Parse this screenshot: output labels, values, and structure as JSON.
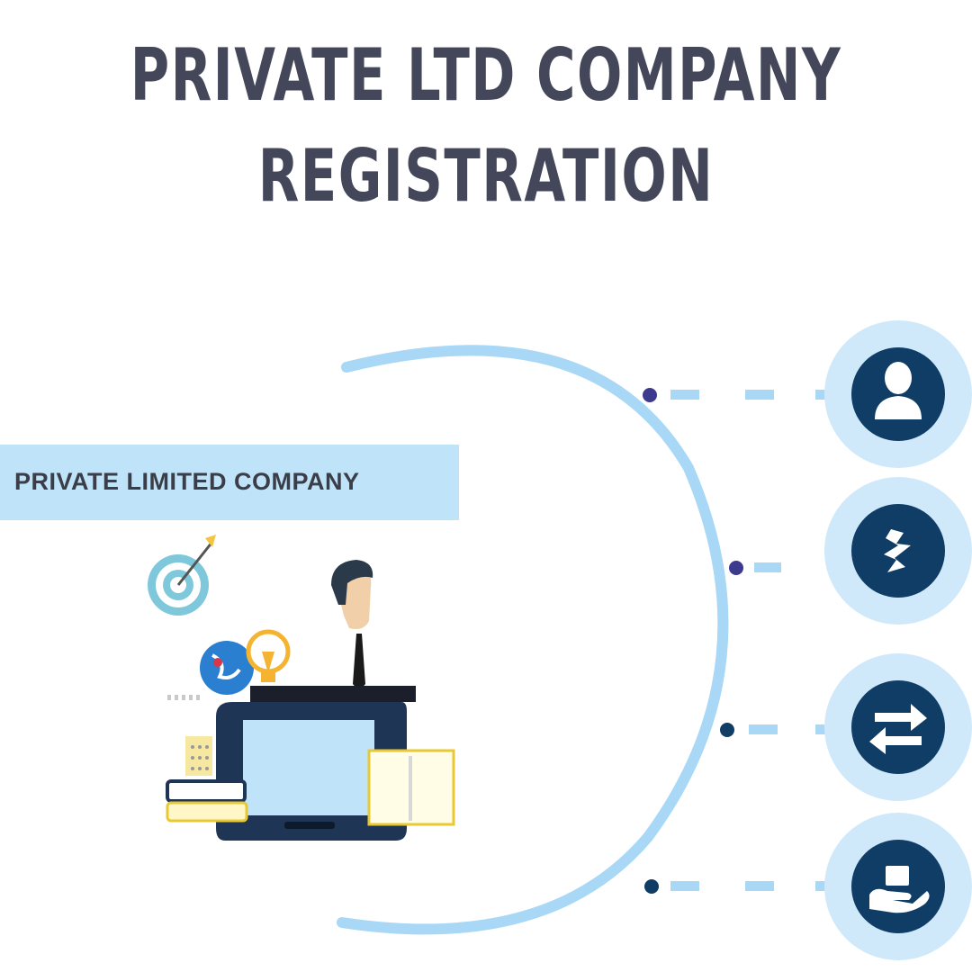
{
  "title": {
    "line1": "PRIVATE LTD COMPANY",
    "line2": "REGISTRATION"
  },
  "banner": {
    "label": "PRIVATE LIMITED COMPANY"
  },
  "colors": {
    "title_text": "#44475a",
    "banner_bg": "#bfe3f8",
    "arc": "#a8d8f5",
    "icon_navy": "#0f3d66",
    "icon_halo": "#cfe9fb",
    "dot_purple": "#3b3a8e"
  },
  "icons": [
    "person-icon",
    "gears-icon",
    "exchange-arrows-icon",
    "hand-service-icon"
  ],
  "illustration": {
    "elements": [
      "target-icon",
      "globe-icon",
      "lightbulb-icon",
      "businessman",
      "monitor",
      "books",
      "document",
      "calculator"
    ]
  }
}
